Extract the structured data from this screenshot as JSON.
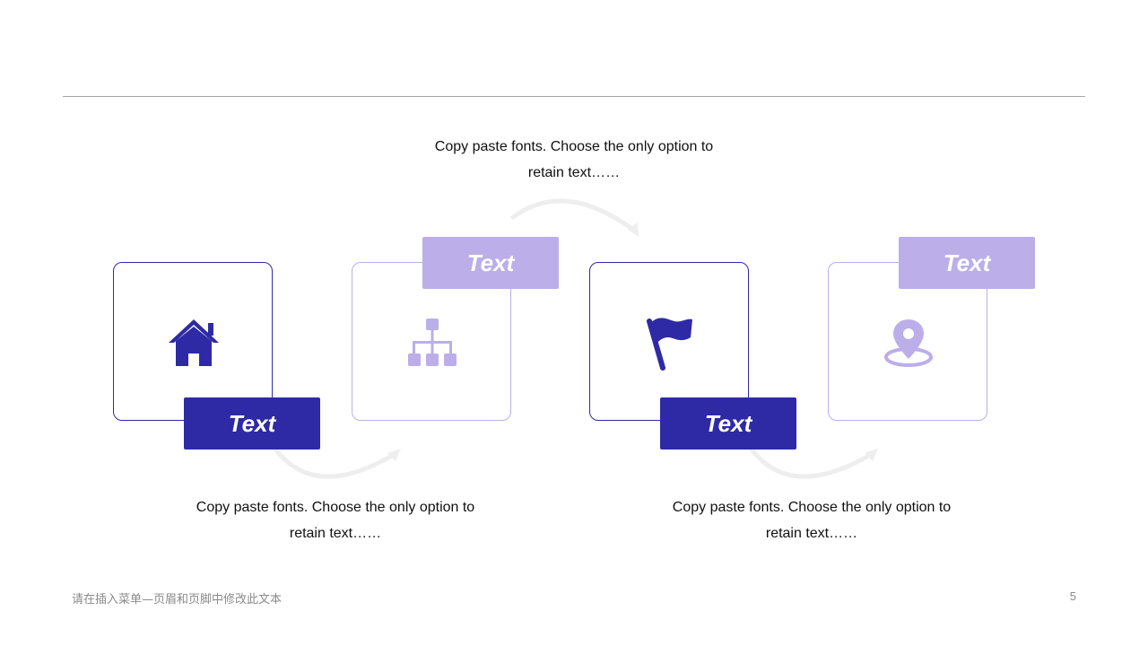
{
  "steps": [
    {
      "label": "Text",
      "icon": "house-icon"
    },
    {
      "label": "Text",
      "icon": "hierarchy-icon"
    },
    {
      "label": "Text",
      "icon": "flag-icon"
    },
    {
      "label": "Text",
      "icon": "location-pin-icon"
    }
  ],
  "captions": {
    "top": {
      "line1": "Copy paste fonts. Choose the only option to",
      "line2": "retain text……"
    },
    "bottom_left": {
      "line1": "Copy paste fonts. Choose the only option to",
      "line2": "retain text……"
    },
    "bottom_right": {
      "line1": "Copy paste fonts. Choose the only option to",
      "line2": "retain text……"
    }
  },
  "footer": {
    "text": "请在插入菜单—页眉和页脚中修改此文本",
    "page_number": "5"
  },
  "colors": {
    "dark": "#2e2aa6",
    "light": "#bcaee9",
    "arrow": "#eeeeee"
  }
}
